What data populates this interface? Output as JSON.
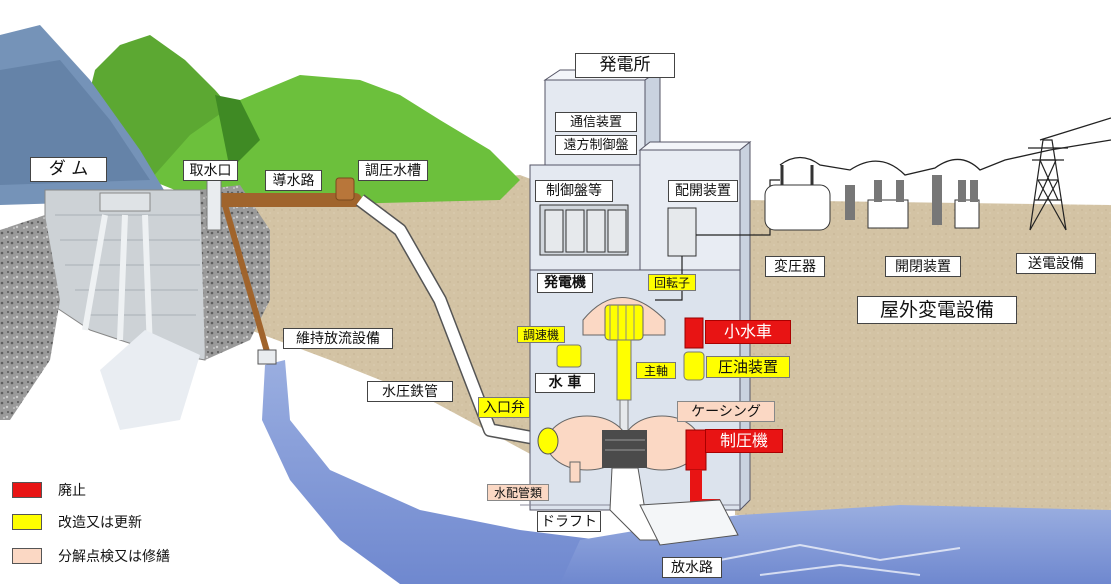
{
  "labels": {
    "dam": "ダ ム",
    "intake": "取水口",
    "headrace": "導水路",
    "surge_tank": "調圧水槽",
    "powerhouse": "発電所",
    "comm": "通信装置",
    "remote": "遠方制御盤",
    "control_panel": "制御盤等",
    "switchgear_room": "配開装置",
    "generator": "発電機",
    "rotor": "回転子",
    "governor": "調速機",
    "small_turbine": "小水車",
    "main_shaft": "主軸",
    "oil_unit": "圧油装置",
    "turbine": "水 車",
    "inlet_valve": "入口弁",
    "casing": "ケーシング",
    "pressure_regulator": "制圧機",
    "penstock": "水圧鉄管",
    "maint_discharge": "維持放流設備",
    "distribution_pipe": "水配管類",
    "draft": "ドラフト",
    "tailrace": "放水路",
    "transformer": "変圧器",
    "switchgear": "開閉装置",
    "transmission": "送電設備",
    "outdoor_substation": "屋外変電設備"
  },
  "legend": [
    {
      "label": "廃止",
      "color": "#e81414"
    },
    {
      "label": "改造又は更新",
      "color": "#ffff00"
    },
    {
      "label": "分解点検又は修繕",
      "color": "#fbd8c4"
    }
  ]
}
